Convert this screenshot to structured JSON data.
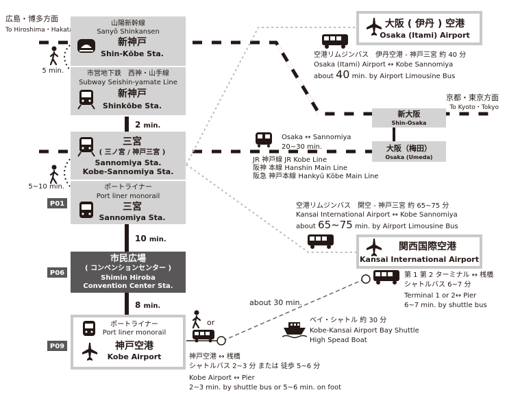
{
  "directions": {
    "hiroshima_jp": "広島・博多方面",
    "hiroshima_en": "To Hiroshima・Hakata",
    "kyoto_jp": "京都・東京方面",
    "kyoto_en": "To Kyoto・Tokyo"
  },
  "stations": {
    "shinkobe_shinkansen": {
      "line_jp": "山陽新幹線",
      "line_en": "Sanyō Shinkansen",
      "name_jp": "新神戸",
      "name_en": "Shin-Kōbe Sta."
    },
    "shinkobe_subway": {
      "line_jp": "市営地下鉄　西神・山手線",
      "line_en": "Subway Seishin-yamate Line",
      "name_jp": "新神戸",
      "name_en": "Shinkōbe Sta."
    },
    "sannomiya_jr": {
      "name_jp": "三宮",
      "name_sub_jp": "( 三ノ宮 / 神戸三宮 )",
      "name_en": "Sannomiya Sta.",
      "name_en2": "Kobe-Sannomiya Sta."
    },
    "sannomiya_portliner": {
      "tag": "P01",
      "line_jp": "ポートライナー",
      "line_en": "Port liner monorail",
      "name_jp": "三宮",
      "name_en": "Sannomiya Sta."
    },
    "shimin_hiroba": {
      "tag": "P06",
      "name_jp": "市民広場",
      "name_sub_jp": "( コンベンションセンター )",
      "name_en": "Shimin Hiroba",
      "name_en2": "Convention Center Sta."
    },
    "kobe_airport": {
      "tag": "P09",
      "line_jp": "ポートライナー",
      "line_en": "Port liner monorail",
      "name_jp": "神戸空港",
      "name_en": "Kobe Airport"
    },
    "shin_osaka": {
      "name_jp": "新大阪",
      "name_en": "Shin-Osaka"
    },
    "osaka_umeda": {
      "name_jp": "大阪（梅田）",
      "name_en": "Osaka (Umeda)"
    }
  },
  "airports": {
    "itami": {
      "name_jp": "大阪 ( 伊丹 ) 空港",
      "name_en": "Osaka (Itami) Airport"
    },
    "kansai": {
      "name_jp": "関西国際空港",
      "name_en": "Kansai International Airport"
    }
  },
  "times": {
    "walk_shinkobe": "5 min.",
    "shinkobe_to_sannomiya": "2",
    "walk_sannomiya": "5~10 min.",
    "p01_to_p06": "10",
    "p06_to_p09": "8",
    "min_unit": "min.",
    "bay_shuttle_about": "about 30 min."
  },
  "notes": {
    "itami_bus_jp": "空港リムジンバス　伊丹空港 - 神戸三宮 約 40 分",
    "itami_bus_en": "Osaka (Itami) Airport ↔ Kobe Sannomiya",
    "itami_bus_about": "about",
    "itami_bus_minutes": "40",
    "itami_bus_suffix": "min. by Airport Limousine Bus",
    "jr_osaka_route": "Osaka ↔ Sannomiya",
    "jr_osaka_time": "20~30 min.",
    "jr_line": "JR 神戸線 JR Kobe Line",
    "hanshin_line": "阪神 本線 Hanshin Main Line",
    "hankyu_line": "阪急 神戸本線 Hankyū Kōbe Main Line",
    "kix_bus_jp": "空港リムジンバス　関空 - 神戸三宮 約 65~75 分",
    "kix_bus_en": "Kansai International Airport ↔ Kobe Sannomiya",
    "kix_bus_about": "about",
    "kix_bus_minutes": "65~75",
    "kix_bus_suffix": "min. by  Airport Limousine Bus",
    "kix_shuttle_jp1": "第 1 第 2 ターミナル ↔ 桟橋",
    "kix_shuttle_jp2": "シャトルバス 6~7 分",
    "kix_shuttle_en1": "Terminal 1 or 2↔ Pier",
    "kix_shuttle_en2": "6~7 min. by shuttle bus",
    "bay_shuttle_jp": "ベイ・シャトル 約 30 分",
    "bay_shuttle_en1": "Kobe-Kansai Airport Bay Shuttle",
    "bay_shuttle_en2": "High Spead Boat",
    "ukb_pier_jp1": "神戸空港 ↔ 桟橋",
    "ukb_pier_jp2": "シャトルバス 2~3 分 または 徒歩 5~6 分",
    "ukb_pier_en1": "Kobe Airport ↔ Pier",
    "ukb_pier_en2": "2~3 min. by shuttle bus or 5~6 min. on foot",
    "or": "or"
  }
}
